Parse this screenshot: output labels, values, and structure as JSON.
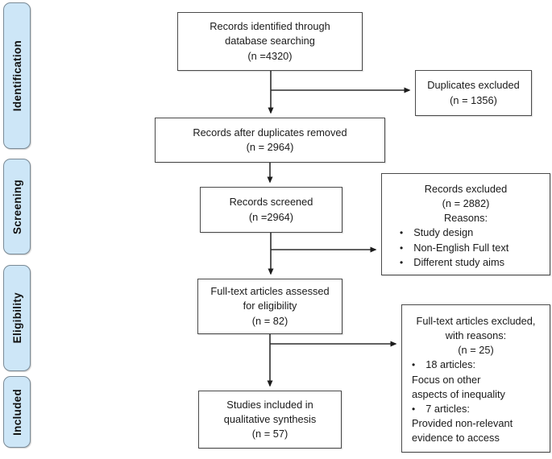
{
  "glyphs": {
    "bullet": "•"
  },
  "colors": {
    "sidebar_fill": "#cde6f7",
    "sidebar_border": "#7a8a96",
    "box_border": "#4a4a4a",
    "arrow": "#2e2e2e"
  },
  "sidebar": {
    "items": [
      {
        "label": "Identification"
      },
      {
        "label": "Screening"
      },
      {
        "label": "Eligibility"
      },
      {
        "label": "Included"
      }
    ]
  },
  "flow": {
    "identified": {
      "lines": [
        "Records identified through",
        "database searching",
        "(n =4320)"
      ]
    },
    "duplicates_excluded": {
      "lines": [
        "Duplicates excluded",
        "(n = 1356)"
      ]
    },
    "after_duplicates": {
      "lines": [
        "Records after duplicates removed",
        "(n = 2964)"
      ]
    },
    "screened": {
      "lines": [
        "Records screened",
        "(n =2964)"
      ]
    },
    "records_excluded": {
      "lines": [
        "Records excluded",
        "(n = 2882)",
        "Reasons:"
      ],
      "bullets": [
        "Study design",
        "Non-English Full text",
        "Different study aims"
      ]
    },
    "fulltext_assessed": {
      "lines": [
        "Full-text articles assessed",
        "for eligibility",
        "(n = 82)"
      ]
    },
    "fulltext_excluded": {
      "lines": [
        "Full-text articles excluded,",
        "with reasons:",
        "(n = 25)"
      ],
      "items": [
        {
          "bullet": "18 articles:",
          "detail": [
            "Focus on other",
            "aspects of inequality"
          ]
        },
        {
          "bullet": "7 articles:",
          "detail": [
            "Provided non-relevant",
            "evidence to access"
          ]
        }
      ]
    },
    "included": {
      "lines": [
        "Studies included in",
        "qualitative synthesis",
        "(n = 57)"
      ]
    }
  }
}
